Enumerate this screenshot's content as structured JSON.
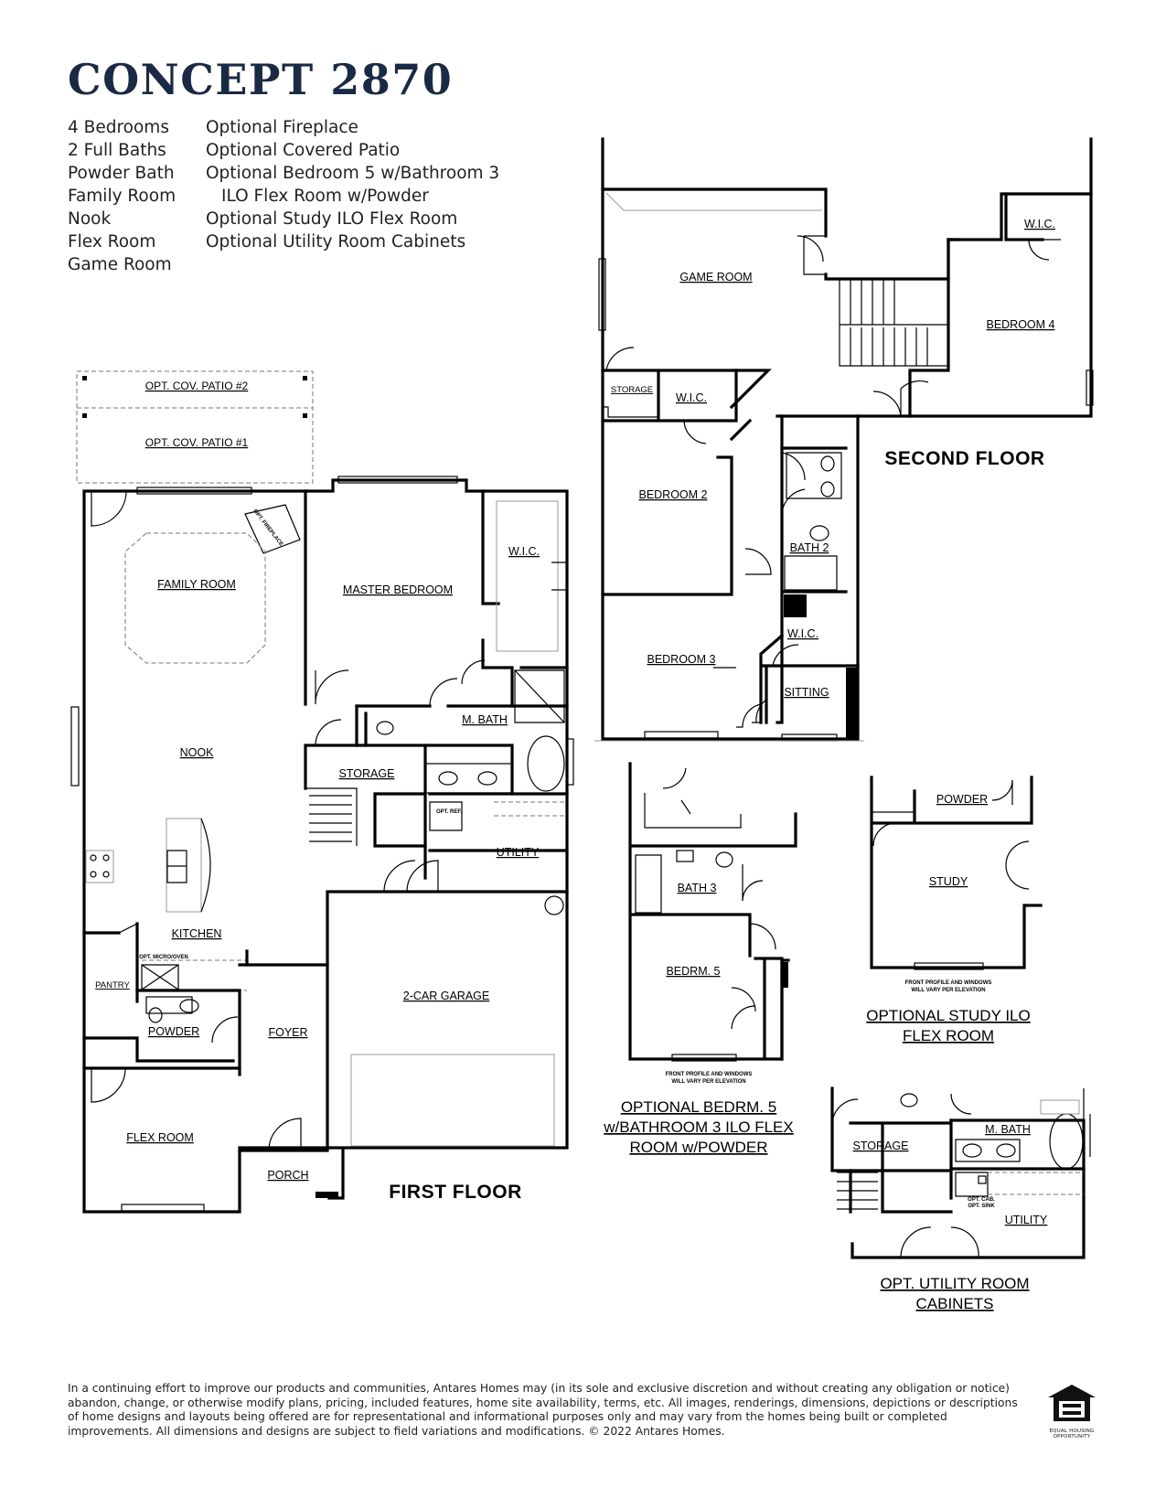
{
  "plan_name": "CONCEPT 2870",
  "features_left": [
    "4 Bedrooms",
    "2 Full Baths",
    "Powder Bath",
    "Family Room",
    "Nook",
    "Flex Room",
    "Game Room"
  ],
  "features_right": [
    "Optional Fireplace",
    "Optional Covered Patio",
    "Optional Bedroom 5 w/Bathroom 3",
    "ILO Flex Room w/Powder",
    "Optional Study ILO Flex Room",
    "Optional Utility Room Cabinets"
  ],
  "floors": {
    "first": "FIRST FLOOR",
    "second": "SECOND FLOOR"
  },
  "first_floor_rooms": {
    "patio2": "OPT. COV. PATIO #2",
    "patio1": "OPT. COV. PATIO #1",
    "family": "FAMILY ROOM",
    "fireplace": "OPT. FIREPLACE",
    "master": "MASTER BEDROOM",
    "wic": "W.I.C.",
    "mbath": "M. BATH",
    "nook": "NOOK",
    "storage": "STORAGE",
    "opt_ref": "OPT. REF.",
    "utility": "UTILITY",
    "kitchen": "KITCHEN",
    "opt_micro": "OPT. MICRO/OVEN",
    "pantry": "PANTRY",
    "powder": "POWDER",
    "foyer": "FOYER",
    "garage": "2-CAR GARAGE",
    "flex": "FLEX ROOM",
    "porch": "PORCH"
  },
  "second_floor_rooms": {
    "game": "GAME ROOM",
    "wic4": "W.I.C.",
    "bed4": "BEDROOM 4",
    "storage": "STORAGE",
    "wic2": "W.I.C.",
    "bed2": "BEDROOM 2",
    "bath2": "BATH 2",
    "bed3": "BEDROOM 3",
    "wic3": "W.I.C.",
    "sitting": "SITTING"
  },
  "options": {
    "bedroom5": {
      "bath3": "BATH 3",
      "bed5": "BEDRM. 5",
      "note": [
        "FRONT PROFILE AND WINDOWS",
        "WILL VARY PER ELEVATION"
      ],
      "caption": [
        "OPTIONAL BEDRM. 5",
        "w/BATHROOM 3 ILO FLEX",
        "ROOM w/POWDER"
      ]
    },
    "study": {
      "powder": "POWDER",
      "study": "STUDY",
      "note": [
        "FRONT PROFILE AND WINDOWS",
        "WILL VARY PER ELEVATION"
      ],
      "caption": [
        "OPTIONAL STUDY ILO",
        "FLEX ROOM"
      ]
    },
    "utility": {
      "mbath": "M. BATH",
      "storage": "STORAGE",
      "opt_cab": [
        "OPT. CAB.",
        "OPT. SINK"
      ],
      "utility": "UTILITY",
      "caption": [
        "OPT. UTILITY ROOM",
        "CABINETS"
      ]
    }
  },
  "disclaimer": "In a continuing effort to improve our products and communities, Antares Homes may (in its sole and exclusive discretion and without creating any obligation or notice) abandon, change, or otherwise modify plans, pricing, included features, home site availability, terms, etc. All images, renderings, dimensions, depictions or descriptions of home designs and layouts being offered are for representational and informational purposes only and may vary from the homes being built or completed improvements. All dimensions and designs are subject to field variations and modifications. © 2022 Antares Homes.",
  "equal_housing": [
    "EQUAL HOUSING",
    "OPPORTUNITY"
  ],
  "colors": {
    "title": "#1b2a44",
    "walls": "#000000"
  }
}
